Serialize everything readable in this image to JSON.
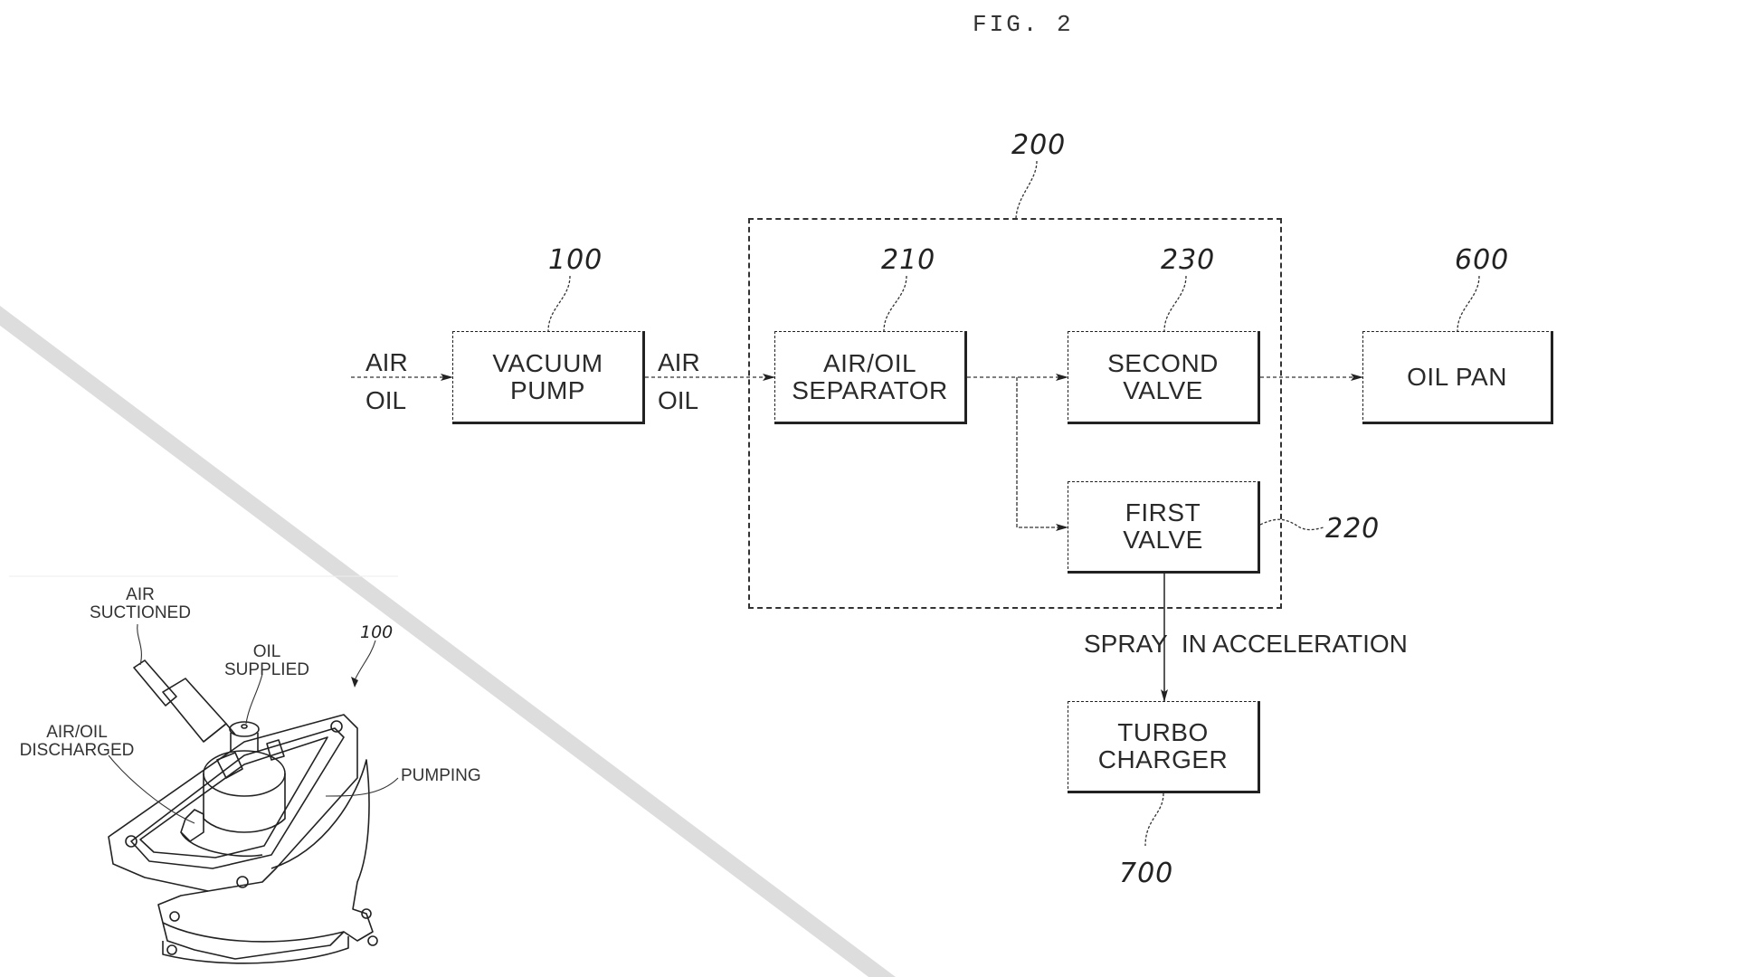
{
  "figure_title": "FIG. 2",
  "group": {
    "ref": "200",
    "name": "separator-valve-unit"
  },
  "blocks": {
    "vacuum_pump": {
      "ref": "100",
      "line1": "VACUUM",
      "line2": "PUMP"
    },
    "separator": {
      "ref": "210",
      "line1": "AIR/OIL",
      "line2": "SEPARATOR"
    },
    "second_valve": {
      "ref": "230",
      "line1": "SECOND",
      "line2": "VALVE"
    },
    "first_valve": {
      "ref": "220",
      "line1": "FIRST",
      "line2": "VALVE"
    },
    "oil_pan": {
      "ref": "600",
      "line1": "OIL PAN"
    },
    "turbo_charger": {
      "ref": "700",
      "line1": "TURBO",
      "line2": "CHARGER"
    }
  },
  "flow_labels": {
    "input": {
      "top": "AIR",
      "bottom": "OIL"
    },
    "pump_output": {
      "top": "AIR",
      "bottom": "OIL"
    },
    "spray": "SPRAY  IN ACCELERATION"
  },
  "inset": {
    "ref": "100",
    "labels": {
      "air_suctioned": [
        "AIR",
        "SUCTIONED"
      ],
      "oil_supplied": [
        "OIL",
        "SUPPLIED"
      ],
      "air_oil_discharged": [
        "AIR/OIL",
        "DISCHARGED"
      ],
      "pumping": "PUMPING"
    }
  }
}
